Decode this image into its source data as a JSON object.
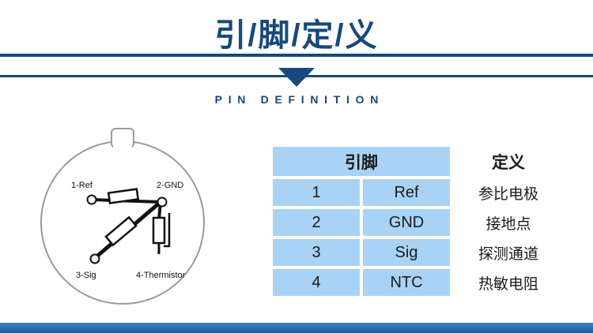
{
  "header": {
    "title": "引/脚/定/义",
    "subtitle": "PIN DEFINITION"
  },
  "diagram": {
    "pin_labels": [
      "1-Ref",
      "2-GND",
      "3-Sig",
      "4-Thermistor"
    ]
  },
  "table": {
    "col_pin": "引脚",
    "col_def": "定义",
    "rows": [
      {
        "num": "1",
        "name": "Ref",
        "def": "参比电极"
      },
      {
        "num": "2",
        "name": "GND",
        "def": "接地点"
      },
      {
        "num": "3",
        "name": "Sig",
        "def": "探测通道"
      },
      {
        "num": "4",
        "name": "NTC",
        "def": "热敏电阻"
      }
    ]
  },
  "colors": {
    "primary": "#17497c",
    "table_cell_blue": "#a9d3f5",
    "footer_bar": "#2e6fad"
  }
}
